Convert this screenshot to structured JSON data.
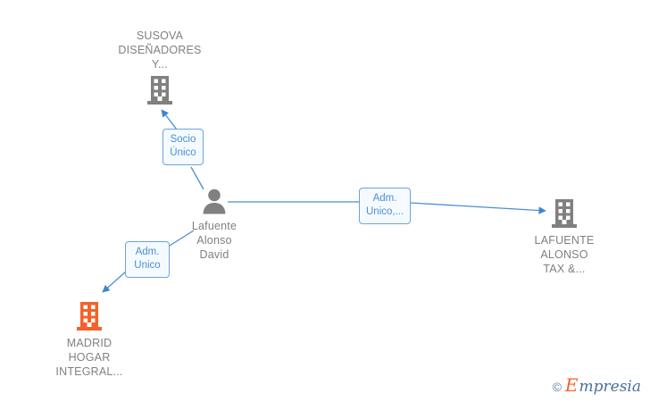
{
  "diagram": {
    "type": "corporate-relationship-graph",
    "background": "#ffffff",
    "colors": {
      "company_gray": "#808080",
      "company_orange": "#f4622b",
      "person_gray": "#808080",
      "edge_blue": "#4a8fd4",
      "label_text": "#4a8fd4",
      "label_border": "#6ba3e0",
      "label_fill": "#f5faff",
      "node_text": "#808080"
    },
    "nodes": [
      {
        "id": "susova",
        "name": "susova-company-node",
        "icon": "building-icon",
        "icon_color": "#808080",
        "label": "SUSOVA\nDISEÑADORES\nY...",
        "label_position": "above"
      },
      {
        "id": "person",
        "name": "lafuente-person-node",
        "icon": "person-icon",
        "icon_color": "#808080",
        "label": "Lafuente\nAlonso\nDavid",
        "label_position": "below"
      },
      {
        "id": "lafuente_tax",
        "name": "lafuente-tax-company-node",
        "icon": "building-icon",
        "icon_color": "#808080",
        "label": "LAFUENTE\nALONSO\nTAX &...",
        "label_position": "below"
      },
      {
        "id": "madrid_hogar",
        "name": "madrid-hogar-company-node",
        "icon": "building-icon",
        "icon_color": "#f4622b",
        "label": "MADRID\nHOGAR\nINTEGRAL...",
        "label_position": "below"
      }
    ],
    "edges": [
      {
        "id": "e1",
        "from": "person",
        "to": "susova",
        "label": "Socio\nÚnico",
        "arrow": true
      },
      {
        "id": "e2",
        "from": "person",
        "to": "lafuente_tax",
        "label": "Adm.\nUnico,...",
        "arrow": true
      },
      {
        "id": "e3",
        "from": "person",
        "to": "madrid_hogar",
        "label": "Adm.\nUnico",
        "arrow": true
      }
    ]
  },
  "watermark": {
    "copyright": "©",
    "brand_initial": "E",
    "brand_rest": "mpresia"
  }
}
